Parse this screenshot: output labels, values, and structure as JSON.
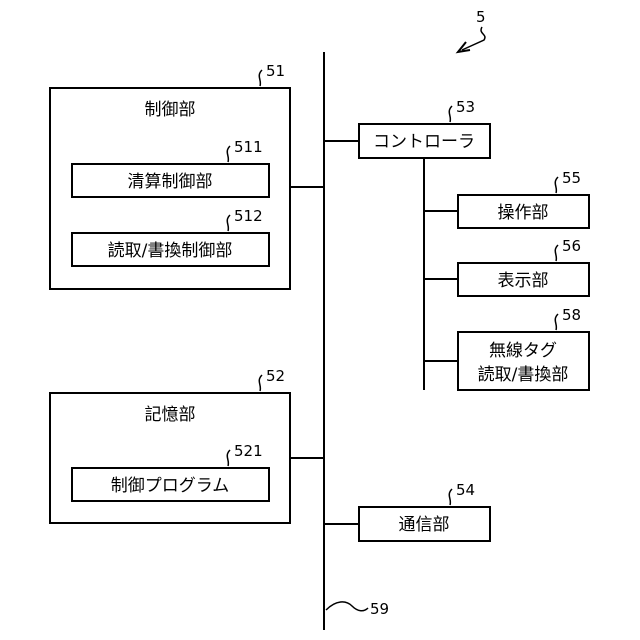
{
  "figure_ref": "5",
  "bus_ref": "59",
  "controller": {
    "ref": "51",
    "label": "制御部"
  },
  "settlement_control": {
    "ref": "511",
    "label": "清算制御部"
  },
  "read_write_control": {
    "ref": "512",
    "label": "読取/書換制御部"
  },
  "storage": {
    "ref": "52",
    "label": "記憶部"
  },
  "control_program": {
    "ref": "521",
    "label": "制御プログラム"
  },
  "controller_unit": {
    "ref": "53",
    "label": "コントローラ"
  },
  "communication": {
    "ref": "54",
    "label": "通信部"
  },
  "operation": {
    "ref": "55",
    "label": "操作部"
  },
  "display": {
    "ref": "56",
    "label": "表示部"
  },
  "wireless_tag_rw": {
    "ref": "58",
    "label_line1": "無線タグ",
    "label_line2": "読取/書換部"
  }
}
